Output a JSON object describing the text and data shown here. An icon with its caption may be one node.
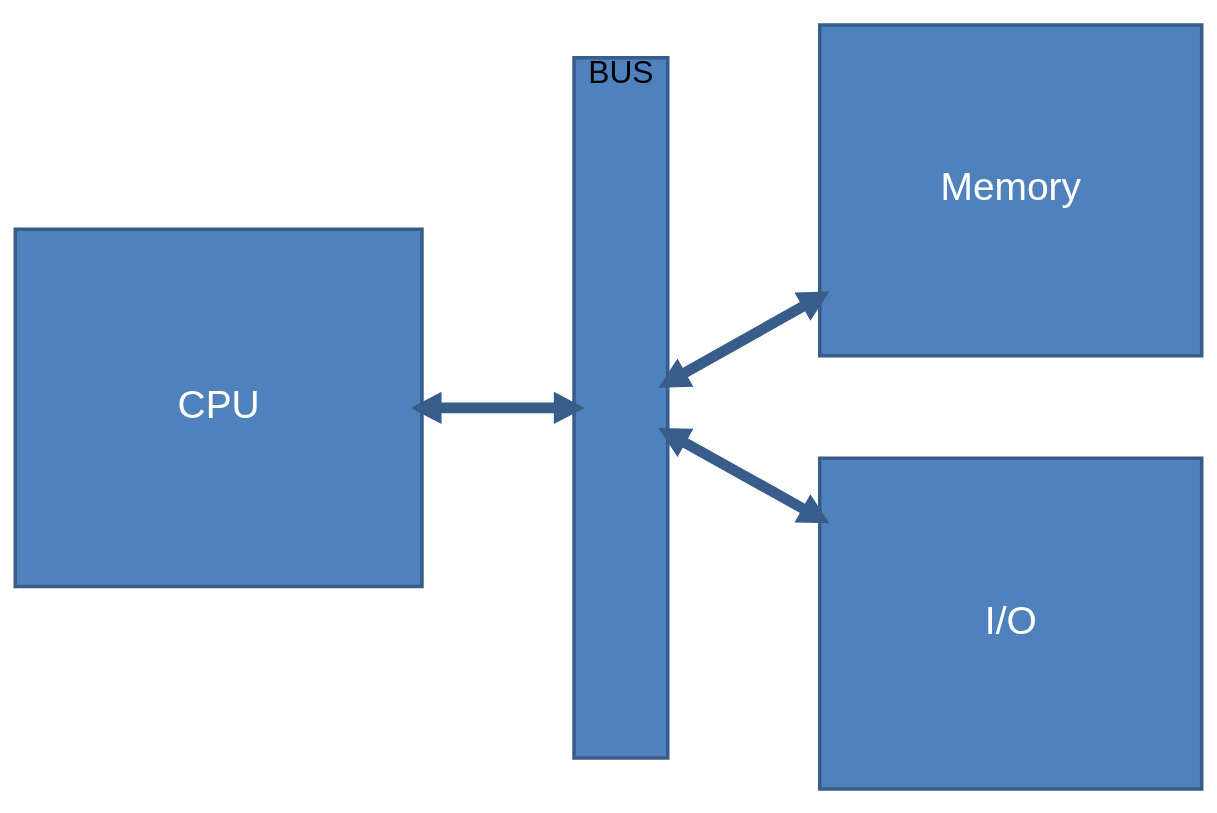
{
  "diagram": {
    "nodes": [
      {
        "text": [
          "CPU"
        ]
      },
      {
        "text": [
          "BUS"
        ]
      },
      {
        "text": [
          "Memory"
        ]
      },
      {
        "text": [
          "I/O"
        ]
      }
    ],
    "edges": [
      {
        "from": 0,
        "to": 1,
        "arrow": "both"
      },
      {
        "from": 1,
        "to": 2,
        "arrow": "both"
      },
      {
        "from": 1,
        "to": 3,
        "arrow": "both"
      }
    ]
  }
}
